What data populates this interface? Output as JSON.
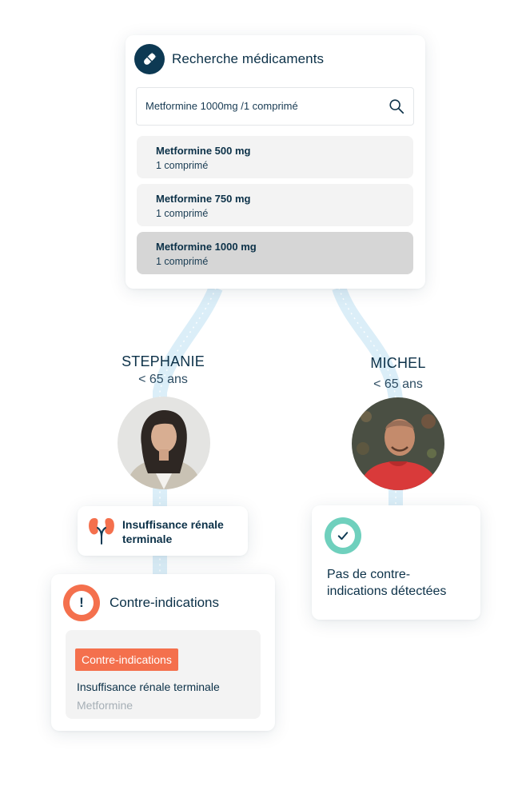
{
  "search": {
    "title": "Recherche médicaments",
    "query": "Metformine 1000mg /1 comprimé",
    "results": [
      {
        "name": "Metformine 500 mg",
        "dose": "1 comprimé",
        "selected": false
      },
      {
        "name": "Metformine 750 mg",
        "dose": "1 comprimé",
        "selected": false
      },
      {
        "name": "Metformine 1000 mg",
        "dose": "1 comprimé",
        "selected": true
      }
    ],
    "icon": "pill-icon"
  },
  "patients": [
    {
      "name": "STEPHANIE",
      "age": "< 65 ans",
      "avatar": "avatar-stephanie",
      "condition": {
        "icon": "kidneys-icon",
        "line1": "Insuffisance rénale",
        "line2": "terminale"
      },
      "result": {
        "icon": "warning-icon",
        "title": "Contre-indications",
        "badge": "Contre-indications",
        "condition": "Insuffisance rénale terminale",
        "drug": "Metformine"
      }
    },
    {
      "name": "MICHEL",
      "age": "< 65 ans",
      "avatar": "avatar-michel",
      "result": {
        "icon": "check-icon",
        "line1": "Pas de contre-",
        "line2": "indications détectées"
      }
    }
  ],
  "colors": {
    "navy": "#0d3953",
    "danger": "#f4704d",
    "success": "#6fd0bd",
    "path": "#d9ecf7"
  }
}
